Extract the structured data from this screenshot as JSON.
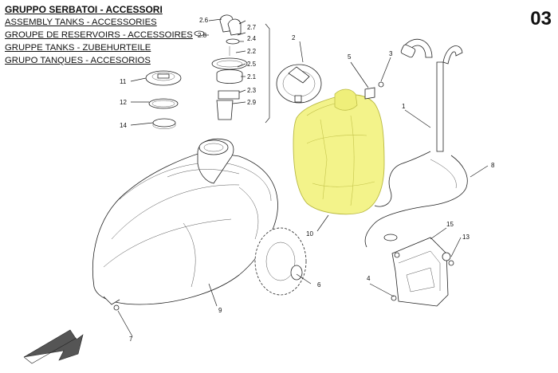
{
  "header": {
    "titles": [
      "GRUPPO SERBATOI - ACCESSORI",
      "ASSEMBLY TANKS - ACCESSORIES",
      "GROUPE DE RESERVOIRS - ACCESSOIRES",
      "GRUPPE TANKS - ZUBEHURTEILE",
      "GRUPO TANQUES - ACCESORIOS"
    ],
    "page_number": "03"
  },
  "callouts": [
    "1",
    "2",
    "3",
    "4",
    "5",
    "6",
    "7",
    "8",
    "9",
    "10",
    "11",
    "12",
    "13",
    "14",
    "15",
    "2.1",
    "2.2",
    "2.3",
    "2.4",
    "2.5",
    "2.6",
    "2.7",
    "2.8",
    "2.9"
  ],
  "colors": {
    "highlight": "#f3f38a",
    "highlight_stroke": "#b8b840",
    "line": "#222222"
  }
}
